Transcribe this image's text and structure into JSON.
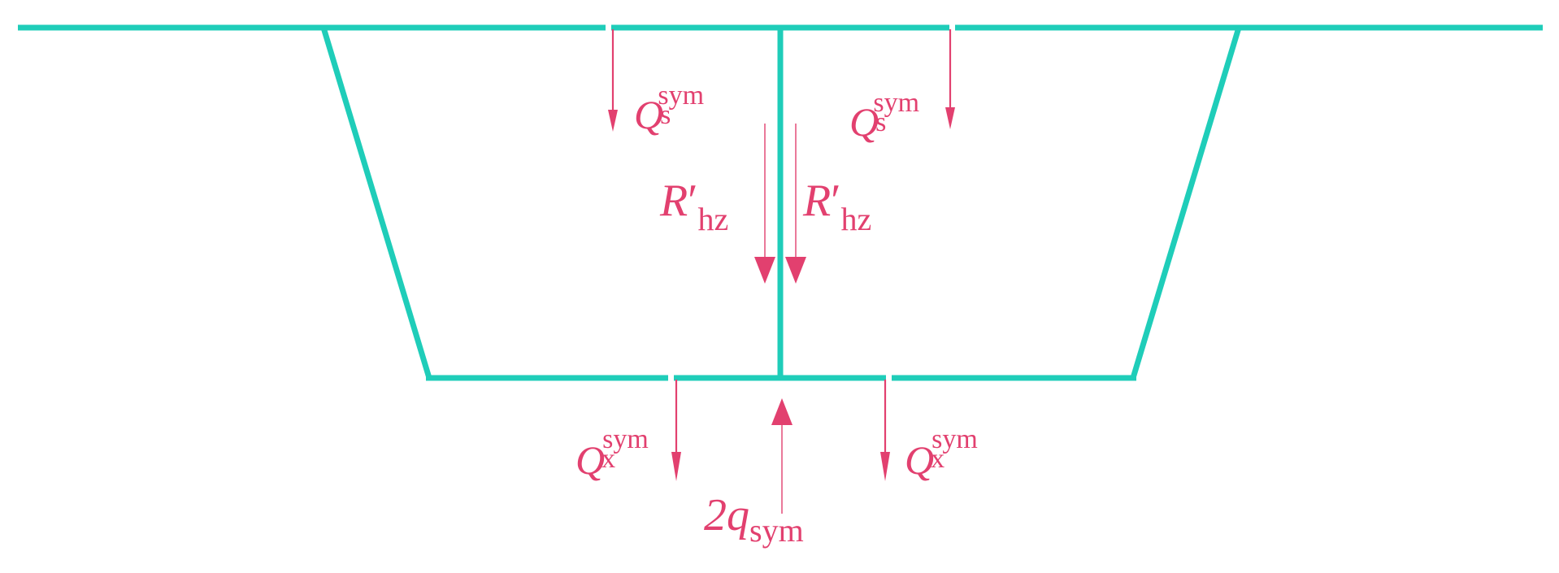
{
  "colors": {
    "structure": "#1fcdb9",
    "force": "#e2406f",
    "background": "#ffffff"
  },
  "labels": {
    "q_s_left": {
      "main": "Q",
      "sub": "s",
      "sup": "sym"
    },
    "q_s_right": {
      "main": "Q",
      "sub": "s",
      "sup": "sym"
    },
    "r_hz_left": {
      "main": "R",
      "prime": "′",
      "sub": "hz"
    },
    "r_hz_right": {
      "main": "R",
      "prime": "′",
      "sub": "hz"
    },
    "q_x_left": {
      "main": "Q",
      "sub": "x",
      "sup": "sym"
    },
    "q_x_right": {
      "main": "Q",
      "sub": "x",
      "sup": "sym"
    },
    "q_sym_bottom": {
      "main": "2q",
      "sub": "sym"
    }
  }
}
